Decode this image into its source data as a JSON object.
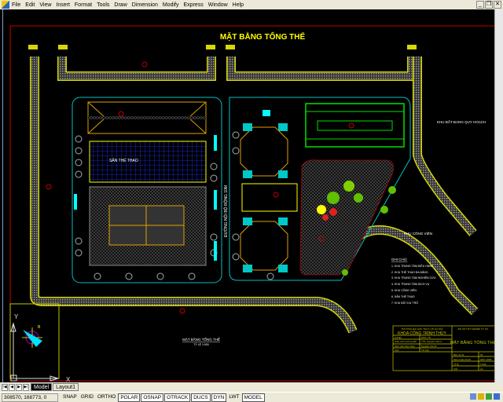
{
  "menu": [
    "File",
    "Edit",
    "View",
    "Insert",
    "Format",
    "Tools",
    "Draw",
    "Dimension",
    "Modify",
    "Express",
    "Window",
    "Help"
  ],
  "drawing": {
    "title": "MẶT BẰNG TỔNG THỂ",
    "labels": {
      "sports": "SÂN THỂ THAO",
      "internal_road": "ĐƯỜNG NỘI BỘ RỘNG 10M",
      "planned_area": "KHU ĐẤT ĐANG QUY HOẠCH",
      "park": "KHU CÔNG VIÊN",
      "bottom_title": "MẶT BẰNG TỔNG THỂ",
      "bottom_scale": "TỶ LỆ 1:500"
    },
    "legend": {
      "title": "GHI CHÚ:",
      "items": [
        "1. KHU TRUNG TÂM ĐIỀU HÀNH",
        "2. KHU THỂ THAO ĐA NĂNG",
        "3. KHU TRUNG TÂM NGHIÊN CỨU",
        "4. KHU TRUNG TÂM DỊCH VỤ",
        "5. KHU CÔNG VIÊN",
        "6. SÂN THỂ THAO",
        "7. KHU ĐẤT DỰ TRỮ"
      ]
    },
    "title_block": {
      "school": "TRƯỜNG ĐẠI HỌC THỦY LỢI HÀ NỘI",
      "faculty": "KHOA CÔNG TRÌNH THỦY",
      "project": "ĐỒ ÁN TỐT NGHIỆP KỸ SƯ",
      "drawing_name": "MẶT BẰNG TỔNG THỂ",
      "rows": [
        [
          "GVHD",
          "PGS. TS"
        ],
        [
          "Giáo viên hướng dẫn",
          "ThS. Nguyễn Văn A"
        ],
        [
          "Sinh viên thực hiện",
          "Nguyễn Văn B"
        ],
        [
          "Lớp",
          "TH Lớp"
        ]
      ],
      "info": [
        [
          "Bản vẽ số",
          "01"
        ],
        [
          "Năm hoàn thành",
          "2007-2008"
        ],
        [
          "Tỷ lệ",
          "1:500"
        ],
        [
          "Khổ",
          "A1"
        ]
      ]
    },
    "ucs": {
      "x": "X",
      "y": "Y"
    }
  },
  "tabs": [
    "Model",
    "Layout1"
  ],
  "status": {
    "coords": "308570, 168773, 0",
    "buttons": [
      {
        "label": "SNAP",
        "on": false
      },
      {
        "label": "GRID",
        "on": false
      },
      {
        "label": "ORTHO",
        "on": false
      },
      {
        "label": "POLAR",
        "on": true
      },
      {
        "label": "OSNAP",
        "on": true
      },
      {
        "label": "OTRACK",
        "on": true
      },
      {
        "label": "DUCS",
        "on": true
      },
      {
        "label": "DYN",
        "on": true
      },
      {
        "label": "LWT",
        "on": false
      },
      {
        "label": "MODEL",
        "on": true
      }
    ]
  },
  "colors": {
    "background": "#000000",
    "title": "#ffff00",
    "road": "#808080",
    "border": "#c00000",
    "cyan": "#00ffff",
    "green": "#00c000",
    "blue": "#0000ff"
  }
}
